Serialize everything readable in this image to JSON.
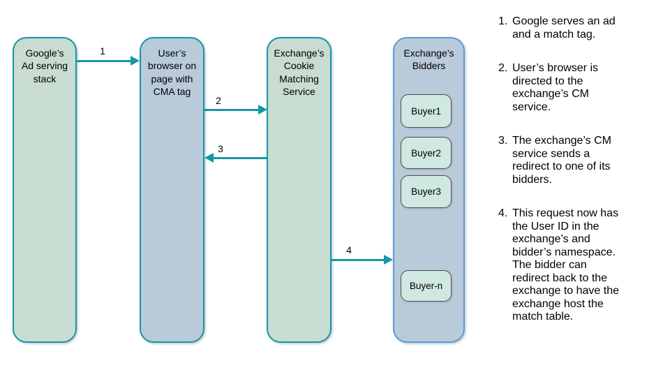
{
  "diagram": {
    "boxes": [
      {
        "id": "google",
        "label": "Google’s\nAd serving\nstack"
      },
      {
        "id": "browser",
        "label": "User’s\nbrowser on\npage with\nCMA tag"
      },
      {
        "id": "cm",
        "label": "Exchange’s\nCookie\nMatching\nService"
      },
      {
        "id": "bidders",
        "label": "Exchange’s\nBidders"
      }
    ],
    "buyers": [
      {
        "label": "Buyer1"
      },
      {
        "label": "Buyer2"
      },
      {
        "label": "Buyer3"
      },
      {
        "label": "Buyer-n"
      }
    ],
    "arrows": [
      {
        "label": "1",
        "from": "google",
        "to": "browser",
        "direction": "right"
      },
      {
        "label": "2",
        "from": "browser",
        "to": "cm",
        "direction": "right"
      },
      {
        "label": "3",
        "from": "cm",
        "to": "browser",
        "direction": "left"
      },
      {
        "label": "4",
        "from": "cm",
        "to": "bidders",
        "direction": "right"
      }
    ]
  },
  "steps": [
    {
      "number": "1.",
      "text": "Google serves an ad\nand a match tag."
    },
    {
      "number": "2.",
      "text": "User’s browser is\ndirected to the\nexchange’s CM\nservice."
    },
    {
      "number": "3.",
      "text": "The exchange’s CM\nservice sends a\nredirect to one of its\nbidders."
    },
    {
      "number": "4.",
      "text": "This request now has\nthe User ID in the\nexchange’s and\nbidder’s namespace.\nThe bidder can\nredirect back to the\nexchange to have the\nexchange host the\nmatch table."
    }
  ],
  "colors": {
    "teal_border_arrow": "#1596a6",
    "green_box_fill": "#c9dcd2",
    "blue_box_fill": "#b9cada",
    "bidders_border": "#5b9bd5",
    "buyer_fill": "#cfe8e1",
    "buyer_border": "#4d4d4d",
    "text": "#000000",
    "background": "#ffffff"
  }
}
